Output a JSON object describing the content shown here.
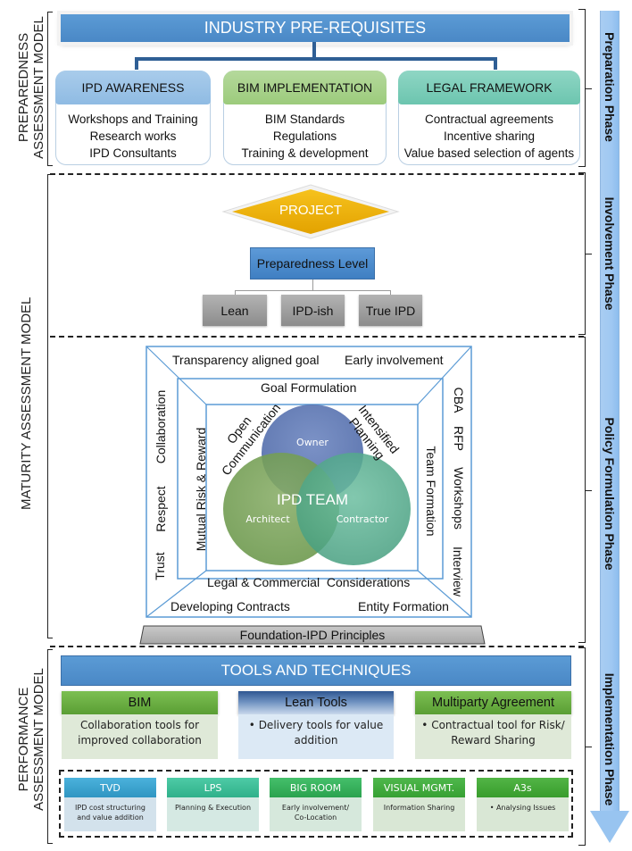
{
  "side_models": {
    "preparedness": [
      "PREPAREDNESS",
      "ASSESSMENT MODEL"
    ],
    "maturity": "MATURITY ASSESSMENT MODEL",
    "performance": [
      "PERFORMANCE",
      "ASSESSMENT MODEL"
    ]
  },
  "phases": {
    "preparation": "Preparation Phase",
    "involvement": "Involvement Phase",
    "policy": "Policy Formulation Phase",
    "implementation": "Implementation Phase",
    "arrow_color": "#9fc8f2"
  },
  "prerequisites": {
    "title": "INDUSTRY PRE-REQUISITES",
    "cards": [
      {
        "title": "IPD AWARENESS",
        "color": "#9dc3e6",
        "items": [
          "Workshops and Training",
          "Research works",
          "IPD Consultants"
        ]
      },
      {
        "title": "BIM IMPLEMENTATION",
        "color": "#a9d18e",
        "items": [
          "BIM Standards",
          "Regulations",
          "Training & development"
        ]
      },
      {
        "title": "LEGAL FRAMEWORK",
        "color": "#7fcdbb",
        "items": [
          "Contractual agreements",
          "Incentive sharing",
          "Value based selection of agents"
        ]
      }
    ]
  },
  "involvement": {
    "project": "PROJECT",
    "preparedness_level": "Preparedness Level",
    "levels": [
      "Lean",
      "IPD-ish",
      "True IPD"
    ]
  },
  "policy": {
    "outer_top": [
      "Transparency aligned goal",
      "Early involvement"
    ],
    "outer_left": [
      "Trust",
      "Respect",
      "Collaboration"
    ],
    "outer_right": [
      "CBA",
      "RFP",
      "Workshops",
      "Interview"
    ],
    "outer_bottom": [
      "Developing Contracts",
      "Entity Formation"
    ],
    "inner_top": "Goal Formulation",
    "inner_left": "Mutual Risk & Reward",
    "inner_right": "Team Formation",
    "inner_bottom": "Legal & Commercial  Considerations",
    "diag_left": [
      "Open",
      "Communication"
    ],
    "diag_right": [
      "Intensified",
      "Planning"
    ],
    "venn": {
      "center": "IPD TEAM",
      "circles": [
        {
          "label": "Owner",
          "color": "#5873b0"
        },
        {
          "label": "Architect",
          "color": "#6f9c4f"
        },
        {
          "label": "Contractor",
          "color": "#4fa88a"
        }
      ]
    },
    "foundation": "Foundation-IPD Principles"
  },
  "implementation": {
    "title": "TOOLS AND TECHNIQUES",
    "tools": [
      {
        "title": "BIM",
        "desc": [
          "Collaboration tools for",
          "improved collaboration"
        ],
        "head_color": "#70ad47",
        "body_color": "#dfe9d8"
      },
      {
        "title": "Lean Tools",
        "desc": [
          "• Delivery tools for value",
          "addition"
        ],
        "head_color": "#8eaad2",
        "body_color": "#dce9f5"
      },
      {
        "title": "Multiparty Agreement",
        "desc": [
          "• Contractual tool for Risk/",
          "Reward Sharing"
        ],
        "head_color": "#70ad47",
        "body_color": "#dfe9d8"
      }
    ],
    "techniques": [
      {
        "title": "TVD",
        "desc": [
          "IPD cost structuring",
          "and value addition"
        ],
        "head_color": "#3ea4cf",
        "body_color": "#d3e2ec"
      },
      {
        "title": "LPS",
        "desc": [
          "Planning & Execution"
        ],
        "head_color": "#3dbe9a",
        "body_color": "#d5e9e3"
      },
      {
        "title": "BIG ROOM",
        "desc": [
          "Early involvement/",
          "Co-Location"
        ],
        "head_color": "#36b35c",
        "body_color": "#d6e8dc"
      },
      {
        "title": "VISUAL MGMT.",
        "desc": [
          "Information Sharing"
        ],
        "head_color": "#3faa3f",
        "body_color": "#d9e7d5"
      },
      {
        "title": "A3s",
        "desc": [
          "• Analysing Issues"
        ],
        "head_color": "#44a83a",
        "body_color": "#d9e7d5"
      }
    ]
  }
}
